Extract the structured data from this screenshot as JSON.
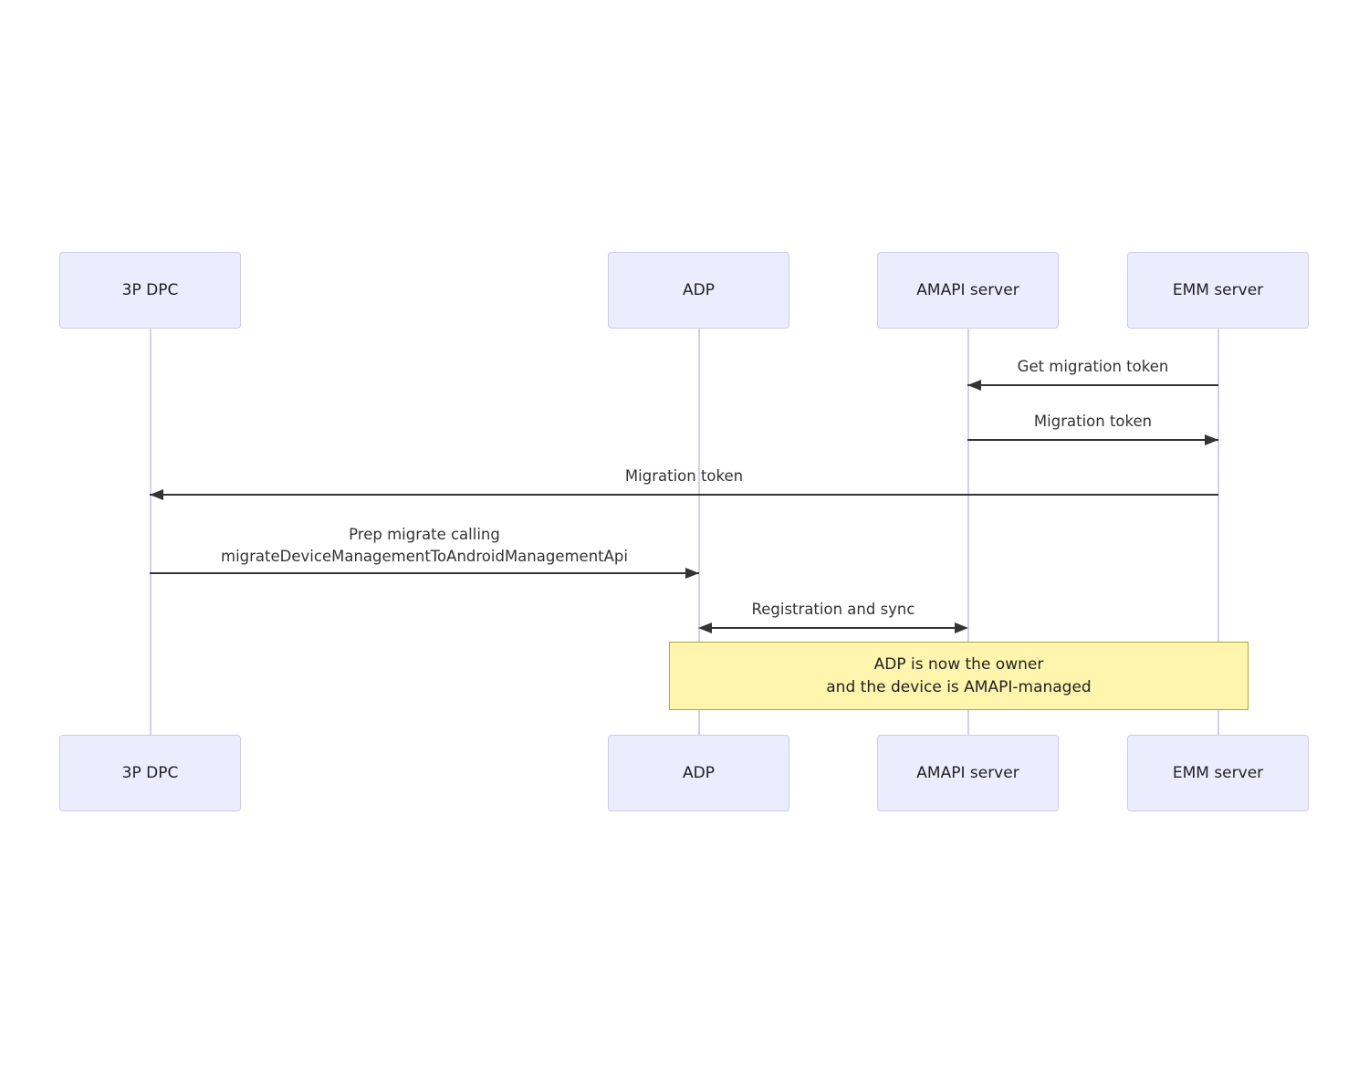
{
  "actors": [
    {
      "name": "3P DPC"
    },
    {
      "name": "ADP"
    },
    {
      "name": "AMAPI server"
    },
    {
      "name": "EMM server"
    }
  ],
  "messages": [
    {
      "label": "Get migration token",
      "from": "EMM server",
      "to": "AMAPI server",
      "arrow": "left"
    },
    {
      "label": "Migration token",
      "from": "AMAPI server",
      "to": "EMM server",
      "arrow": "right"
    },
    {
      "label": "Migration token",
      "from": "EMM server",
      "to": "3P DPC",
      "arrow": "left"
    },
    {
      "label_line1": "Prep migrate calling",
      "label_line2": "migrateDeviceManagementToAndroidManagementApi",
      "from": "3P DPC",
      "to": "ADP",
      "arrow": "right"
    },
    {
      "label": "Registration and sync",
      "from": "ADP",
      "to": "AMAPI server",
      "arrow": "both"
    }
  ],
  "note": {
    "line1": "ADP is now the owner",
    "line2": "and the device is AMAPI-managed"
  },
  "colors": {
    "actor_fill": "#ECECFF",
    "actor_border": "#CFCBEA",
    "lifeline": "#D5CFEE",
    "arrow": "#343434",
    "message_text": "#333333",
    "note_fill": "#FFF5AD",
    "note_border": "#AAAA33"
  }
}
